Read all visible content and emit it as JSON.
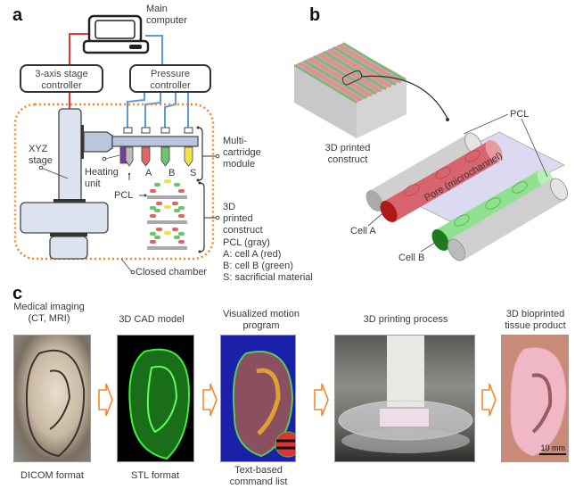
{
  "panels": {
    "a": {
      "letter": "a",
      "main_computer": "Main\ncomputer",
      "stage_controller": "3-axis stage\ncontroller",
      "pressure_controller": "Pressure\ncontroller",
      "xyz_stage": "XYZ\nstage",
      "heating_unit": "Heating\nunit",
      "pcl": "PCL",
      "cartridge_labels": [
        "A",
        "B",
        "S"
      ],
      "multi_cartridge": "Multi-\ncartridge\nmodule",
      "printed_construct": "3D\nprinted\nconstruct",
      "legend": [
        "PCL (gray)",
        "A: cell A (red)",
        "B: cell B (green)",
        "S: sacrificial material"
      ],
      "closed_chamber": "Closed chamber",
      "colors": {
        "stage_line": "#e53935",
        "pressure_line": "#5b9bd5",
        "chamber": "#f08a30",
        "cell_a": "#e06666",
        "cell_b": "#6cc56c",
        "sacrificial": "#f0e24a",
        "heating": "#7a3ca0"
      }
    },
    "b": {
      "letter": "b",
      "construct_label": "3D printed\nconstruct",
      "pcl": "PCL",
      "pore": "Pore (microchannel)",
      "cell_a": "Cell A",
      "cell_b": "Cell B"
    },
    "c": {
      "letter": "c",
      "steps": [
        {
          "title": "Medical imaging\n(CT, MRI)",
          "caption": "DICOM format"
        },
        {
          "title": "3D CAD model",
          "caption": "STL format"
        },
        {
          "title": "Visualized motion\nprogram",
          "caption": "Text-based\ncommand list"
        },
        {
          "title": "3D printing process",
          "caption": ""
        },
        {
          "title": "3D bioprinted\ntissue product",
          "caption": ""
        }
      ],
      "scale_bar": "10 mm"
    }
  }
}
